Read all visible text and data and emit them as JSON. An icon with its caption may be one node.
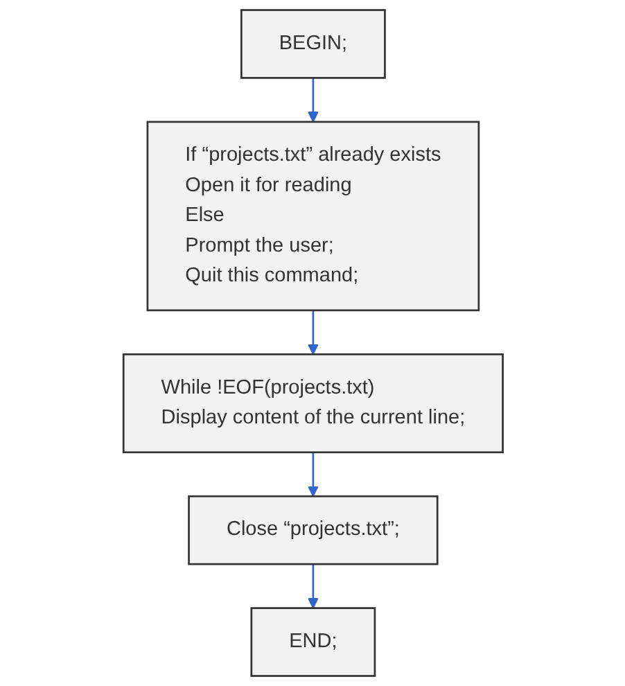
{
  "diagram": {
    "nodes": [
      {
        "text": [
          "BEGIN;"
        ]
      },
      {
        "text": [
          "If “projects.txt” already exists",
          "Open it for reading",
          "Else",
          "Prompt the user;",
          "Quit this command;"
        ]
      },
      {
        "text": [
          "While !EOF(projects.txt)",
          "Display content of the current line;"
        ]
      },
      {
        "text": [
          "Close “projects.txt”;"
        ]
      },
      {
        "text": [
          "END;"
        ]
      }
    ],
    "edges": [
      {
        "from": 0,
        "to": 1,
        "arrow": "to"
      },
      {
        "from": 1,
        "to": 2,
        "arrow": "to"
      },
      {
        "from": 2,
        "to": 3,
        "arrow": "to"
      },
      {
        "from": 3,
        "to": 4,
        "arrow": "to"
      }
    ]
  }
}
